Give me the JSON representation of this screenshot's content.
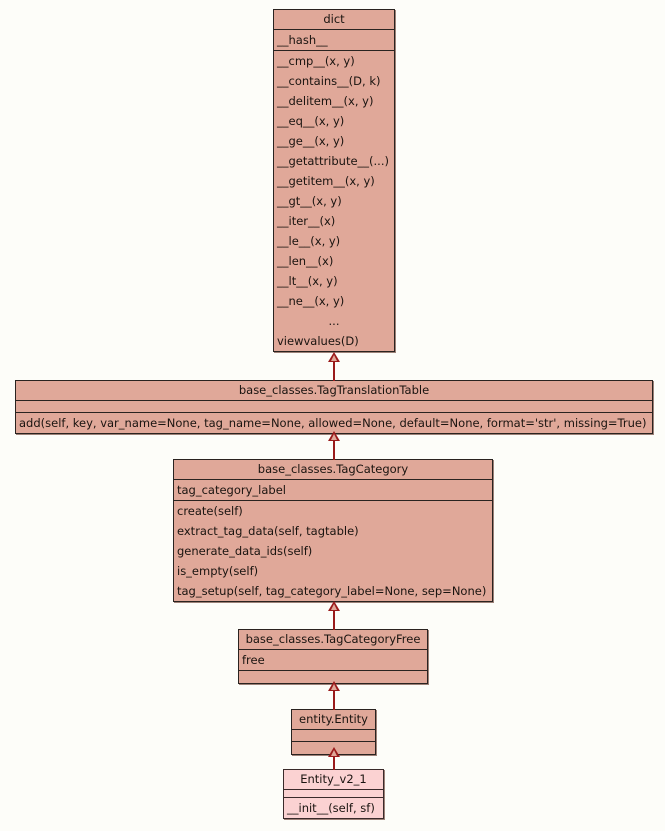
{
  "diagram": {
    "type": "uml-class-inheritance",
    "title": "",
    "background_color": "#fdfdf9",
    "class_fill_color": "#e0a899",
    "leaf_fill_color": "#fbd2d2",
    "border_color": "#2a2320",
    "connector_color": "#9a1b1b",
    "relationship": "generalization"
  },
  "classes": [
    {
      "id": "dict",
      "name": "dict",
      "attributes": [
        "__hash__"
      ],
      "methods": [
        "__cmp__(x, y)",
        "__contains__(D, k)",
        "__delitem__(x, y)",
        "__eq__(x, y)",
        "__ge__(x, y)",
        "__getattribute__(...)",
        "__getitem__(x, y)",
        "__gt__(x, y)",
        "__iter__(x)",
        "__le__(x, y)",
        "__len__(x)",
        "__lt__(x, y)",
        "__ne__(x, y)",
        "...",
        "viewvalues(D)"
      ]
    },
    {
      "id": "tagtranslationtable",
      "name": "base_classes.TagTranslationTable",
      "attributes": [],
      "methods": [
        "add(self, key, var_name=None, tag_name=None, allowed=None, default=None, format='str', missing=True)"
      ]
    },
    {
      "id": "tagcategory",
      "name": "base_classes.TagCategory",
      "attributes": [
        "tag_category_label"
      ],
      "methods": [
        "create(self)",
        "extract_tag_data(self, tagtable)",
        "generate_data_ids(self)",
        "is_empty(self)",
        "tag_setup(self, tag_category_label=None, sep=None)"
      ]
    },
    {
      "id": "tagcategoryfree",
      "name": "base_classes.TagCategoryFree",
      "attributes": [
        "free"
      ],
      "methods": []
    },
    {
      "id": "entity",
      "name": "entity.Entity",
      "attributes": [],
      "methods": []
    },
    {
      "id": "entity_v2_1",
      "name": "Entity_v2_1",
      "attributes": [],
      "methods": [
        "__init__(self, sf)"
      ]
    }
  ],
  "edges": [
    {
      "from": "tagtranslationtable",
      "to": "dict",
      "kind": "inherits"
    },
    {
      "from": "tagcategory",
      "to": "tagtranslationtable",
      "kind": "inherits"
    },
    {
      "from": "tagcategoryfree",
      "to": "tagcategory",
      "kind": "inherits"
    },
    {
      "from": "entity",
      "to": "tagcategoryfree",
      "kind": "inherits"
    },
    {
      "from": "entity_v2_1",
      "to": "entity",
      "kind": "inherits"
    }
  ]
}
